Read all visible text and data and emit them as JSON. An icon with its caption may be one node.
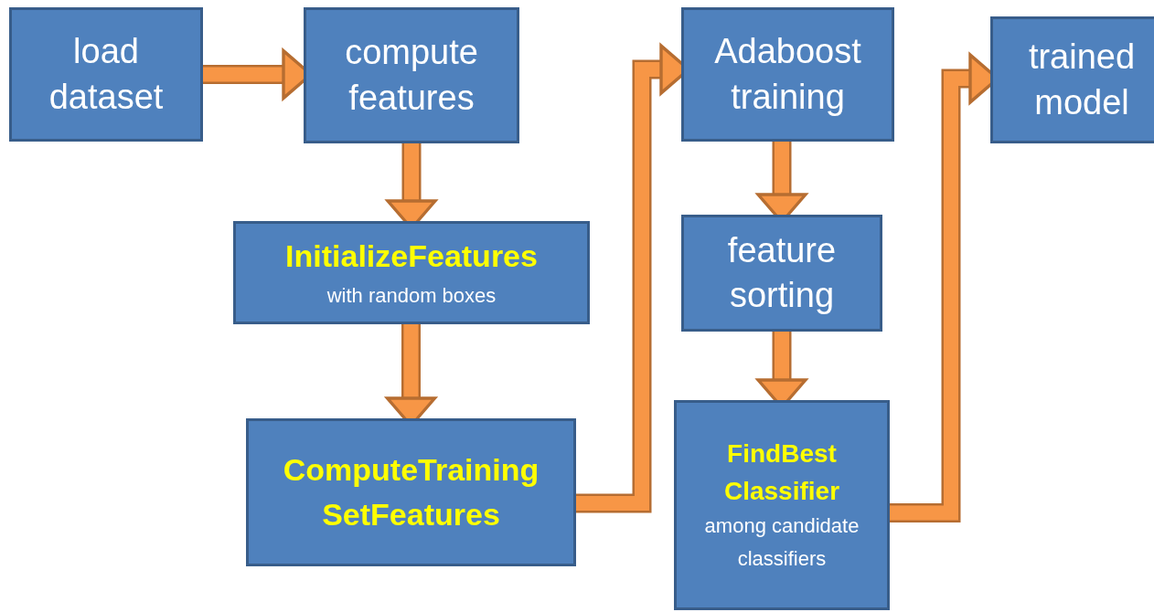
{
  "diagram": {
    "nodes": [
      {
        "text": [
          "load dataset"
        ]
      },
      {
        "text": [
          "compute features"
        ]
      },
      {
        "text": [
          "InitializeFeatures",
          "with random boxes"
        ]
      },
      {
        "text": [
          "ComputeTraining SetFeatures"
        ]
      },
      {
        "text": [
          "Adaboost training"
        ]
      },
      {
        "text": [
          "feature sorting"
        ]
      },
      {
        "text": [
          "FindBest Classifier",
          "among candidate classifiers"
        ]
      },
      {
        "text": [
          "trained model"
        ]
      }
    ],
    "edges": [
      {
        "from": 0,
        "to": 1,
        "arrow": "to"
      },
      {
        "from": 1,
        "to": 2,
        "arrow": "to"
      },
      {
        "from": 2,
        "to": 3,
        "arrow": "to"
      },
      {
        "from": 3,
        "to": 4,
        "arrow": "to"
      },
      {
        "from": 4,
        "to": 5,
        "arrow": "to"
      },
      {
        "from": 5,
        "to": 6,
        "arrow": "to"
      },
      {
        "from": 6,
        "to": 7,
        "arrow": "to"
      }
    ]
  }
}
